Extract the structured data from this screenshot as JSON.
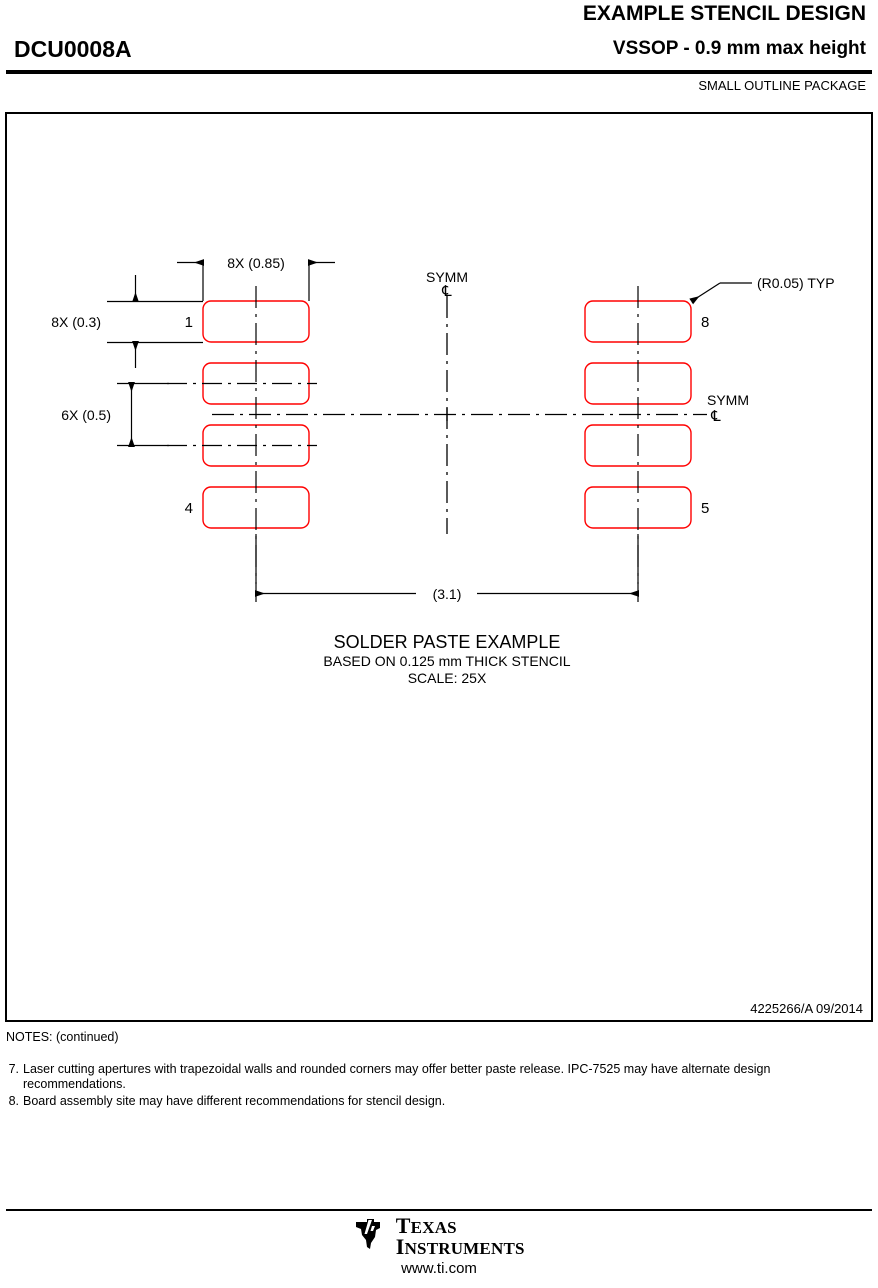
{
  "header": {
    "title": "EXAMPLE STENCIL DESIGN",
    "part_number": "DCU0008A",
    "package_height": "VSSOP - 0.9 mm max height",
    "package_subtitle": "SMALL OUTLINE PACKAGE"
  },
  "drawing": {
    "doc_number": "4225266/A   09/2014",
    "caption": {
      "line1": "SOLDER PASTE EXAMPLE",
      "line2": "BASED ON 0.125 mm THICK STENCIL",
      "line3": "SCALE: 25X"
    },
    "dimensions": {
      "aperture_width": "8X (0.85)",
      "aperture_height": "8X (0.3)",
      "pitch": "6X (0.5)",
      "span": "(3.1)",
      "corner_radius": "(R0.05) TYP"
    },
    "symmetry": {
      "vertical_label": "SYMM",
      "vertical_symbol": "℄",
      "horizontal_label": "SYMM",
      "horizontal_symbol": "℄"
    },
    "pin_labels": {
      "pin1": "1",
      "pin4": "4",
      "pin5": "5",
      "pin8": "8"
    },
    "colors": {
      "aperture_outline": "#ff0000",
      "line": "#000000",
      "background": "#ffffff"
    }
  },
  "notes": {
    "heading": "NOTES: (continued)",
    "items": [
      {
        "num": "7.",
        "text": "Laser cutting apertures with trapezoidal walls and rounded corners may offer better paste release. IPC-7525 may have alternate design recommendations."
      },
      {
        "num": "8.",
        "text": "Board assembly site may have different recommendations for stencil design."
      }
    ]
  },
  "footer": {
    "brand_line1": "Texas",
    "brand_line2": "Instruments",
    "url": "www.ti.com"
  }
}
